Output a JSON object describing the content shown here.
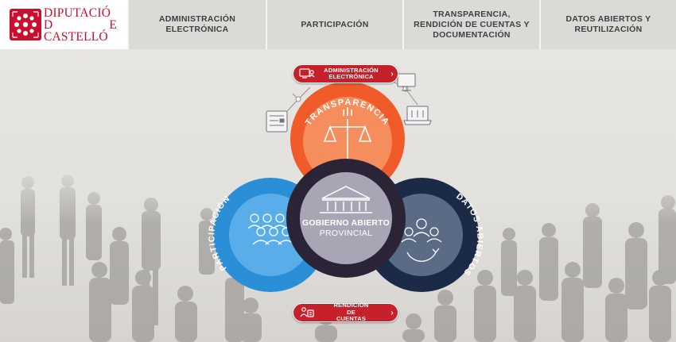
{
  "logo": {
    "line1": "DIPUTACIÓ",
    "line2_left": "D",
    "line2_right": "E",
    "line3": "CASTELLÓ"
  },
  "nav": {
    "items": [
      {
        "label": "ADMINISTRACIÓN ELECTRÓNICA"
      },
      {
        "label": "PARTICIPACIÓN"
      },
      {
        "label": "TRANSPARENCIA, RENDICIÓN DE CUENTAS Y DOCUMENTACIÓN"
      },
      {
        "label": "DATOS ABIERTOS Y REUTILIZACIÓN"
      }
    ]
  },
  "diagram": {
    "pill_admin": "ADMINISTRACIÓN ELECTRÓNICA",
    "pill_rendicion": "RENDICIÓN DE CUENTAS",
    "transparencia": "TRANSPARENCIA",
    "participacion": "PARTICIPACIÓN",
    "datos_abiertos": "DATOS ABIERTOS",
    "center_line1": "GOBIERNO ABIERTO",
    "center_line2": "PROVINCIAL"
  },
  "colors": {
    "brand_red": "#c8102e",
    "pill_red": "#c6202b",
    "transparencia": "#f15a29",
    "participacion": "#2b8fd8",
    "datos": "#1b2a47",
    "center": "#2a2436"
  }
}
